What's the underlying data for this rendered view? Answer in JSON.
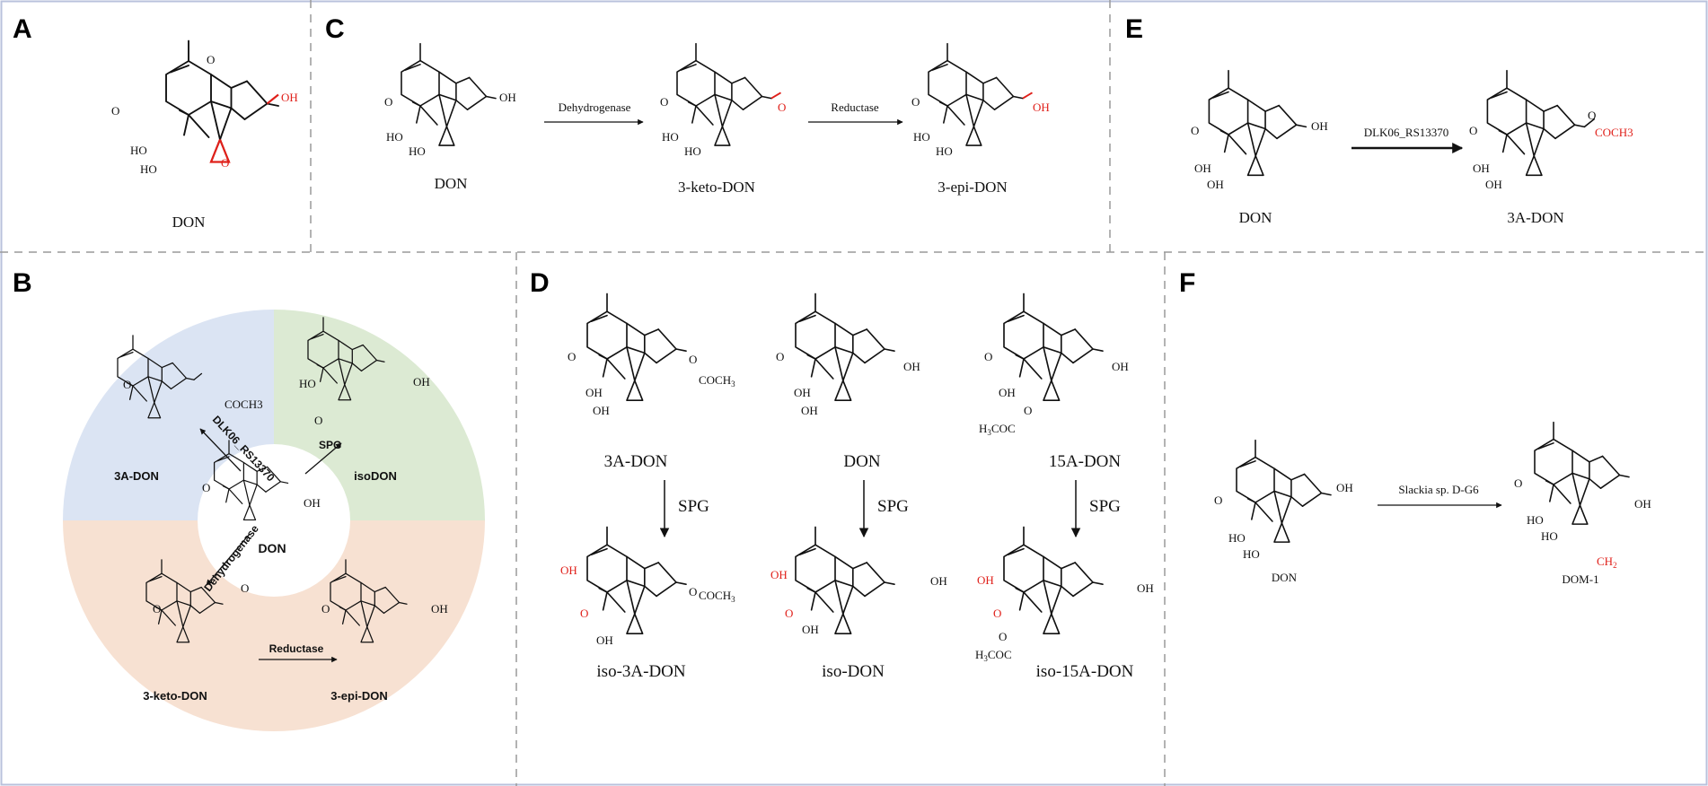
{
  "panels": {
    "A": {
      "label": "A",
      "mol": "DON"
    },
    "B": {
      "label": "B",
      "center": "DON",
      "products": [
        "3A-DON",
        "isoDON",
        "3-keto-DON",
        "3-epi-DON"
      ],
      "enzymes": {
        "acetyl": "DLK06_RS13370",
        "spg": "SPG",
        "dehydro": "Dehydrogenase",
        "reduct": "Reductase"
      },
      "colors": {
        "blue": "#dbe4f3",
        "green": "#dcead3",
        "orange": "#f7e1d2"
      }
    },
    "C": {
      "label": "C",
      "mols": [
        "DON",
        "3-keto-DON",
        "3-epi-DON"
      ],
      "enzymes": [
        "Dehydrogenase",
        "Reductase"
      ]
    },
    "D": {
      "label": "D",
      "top": [
        "3A-DON",
        "DON",
        "15A-DON"
      ],
      "bottom": [
        "iso-3A-DON",
        "iso-DON",
        "iso-15A-DON"
      ],
      "enzyme": "SPG"
    },
    "E": {
      "label": "E",
      "mols": [
        "DON",
        "3A-DON"
      ],
      "enzyme": "DLK06_RS13370"
    },
    "F": {
      "label": "F",
      "mols": [
        "DON",
        "DOM-1"
      ],
      "enzyme": "Slackia sp. D-G6"
    }
  },
  "atoms": {
    "oh": "OH",
    "ho": "HO",
    "o": "O",
    "ketone": "O",
    "acetyl": "COCH",
    "acetyl_sub": "3",
    "acetyl_red": "COCH3",
    "h3coc_pre": "H",
    "h3coc_sub": "3",
    "h3coc_post": "COC",
    "ch2": "CH",
    "ch2_sub": "2",
    "epi_italic": "epi"
  },
  "colors": {
    "accent_red": "#e0201a",
    "divider": "#9a9a9a",
    "frame": "#b9c2dc"
  }
}
